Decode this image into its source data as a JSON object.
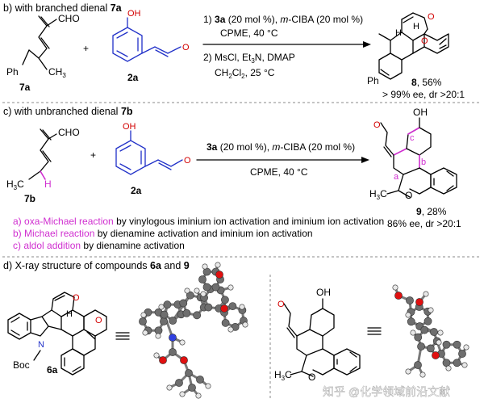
{
  "panel_b": {
    "title": "b) with branched dienal ",
    "title_cmpd": "7a",
    "sm1": {
      "cho": "CHO",
      "ph": "Ph",
      "me": "CH",
      "me_sub": "3",
      "label": "7a"
    },
    "sm2": {
      "oh": "OH",
      "o": "O",
      "label": "2a"
    },
    "step1": {
      "num": "1) ",
      "cat": "3a",
      "mid": " (20 mol %), ",
      "acid": "m",
      "rest": "-CIBA (20 mol %)"
    },
    "step1b": "CPME, 40 °C",
    "step2": {
      "a": "2) MsCl, Et",
      "sub": "3",
      "b": "N, DMAP"
    },
    "step2b": {
      "a": "CH",
      "sub1": "2",
      "b": "Cl",
      "sub2": "2",
      "c": ", 25 °C"
    },
    "product": {
      "label": "8",
      "yield": ", 56%",
      "ee": "> 99% ee, dr >20:1",
      "ph": "Ph",
      "o1": "O",
      "o2": "O",
      "h1": "H",
      "h2": "H"
    }
  },
  "panel_c": {
    "title": "c) with unbranched dienal ",
    "title_cmpd": "7b",
    "sm1": {
      "cho": "CHO",
      "h3c": "H",
      "h3c_sub": "3",
      "h3c_c": "C",
      "h": "H",
      "label": "7b"
    },
    "sm2": {
      "oh": "OH",
      "o": "O",
      "label": "2a"
    },
    "cond1": {
      "cat": "3a",
      "mid": " (20 mol %), ",
      "acid": "m",
      "rest": "-CIBA (20 mol %)"
    },
    "cond2": "CPME, 40 °C",
    "product": {
      "label": "9",
      "yield": ", 28%",
      "ee": "86% ee, dr >20:1",
      "o_ald": "O",
      "oh": "OH",
      "o_ring": "O",
      "h3c": "H",
      "h3c_sub": "3",
      "h3c_c": "C",
      "a": "a",
      "b": "b",
      "c": "c"
    },
    "notes": [
      {
        "prefix": "a) ",
        "key": "oxa-Michael reaction",
        "rest": " by vinylogous iminium ion activation and iminium ion activation"
      },
      {
        "prefix": "b) ",
        "key": "Michael reaction",
        "rest": " by dienamine activation and iminium ion activation"
      },
      {
        "prefix": "c) ",
        "key": "aldol addition",
        "rest": " by dienamine activation"
      }
    ]
  },
  "panel_d": {
    "title_a": "d) X-ray structure of compounds ",
    "c1": "6a",
    "and": " and ",
    "c2": "9",
    "s6a": {
      "n": "N",
      "boc": "Boc",
      "o1": "O",
      "o2": "O",
      "h": "H",
      "label": "6a"
    },
    "s9": {
      "o_ald": "O",
      "oh": "OH",
      "o_ring": "O",
      "h3c": "H",
      "h3c_sub": "3",
      "h3c_c": "C"
    }
  },
  "watermark": "知乎 @化学领域前沿文献",
  "colors": {
    "magenta": "#d02fd0",
    "oxygen": "#d20000",
    "nitrogen": "#2030c8",
    "separator": "#888888"
  }
}
